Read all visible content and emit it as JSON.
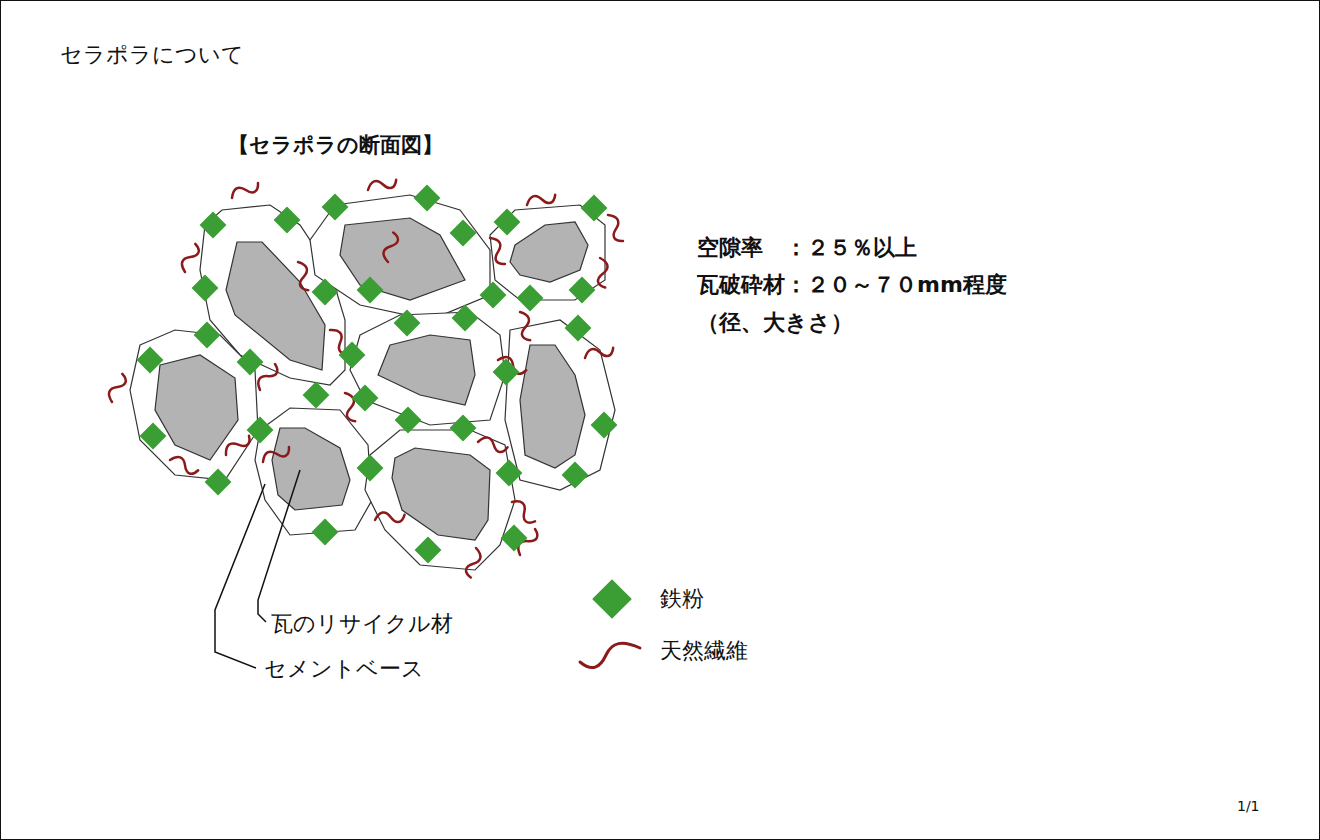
{
  "diagram": {
    "title": "セラポラについて",
    "labels": [
      "【セラポラの断面図】",
      "空隙率　：２５％以上",
      "瓦破砕材：２０～７０mm程度",
      "（径、大きさ）",
      "瓦のリサイクル材",
      "セメントベース",
      "1/1"
    ],
    "legend": [
      {
        "text": "鉄粉",
        "color": "#3a9e35"
      },
      {
        "text": "天然繊維"
      }
    ]
  }
}
